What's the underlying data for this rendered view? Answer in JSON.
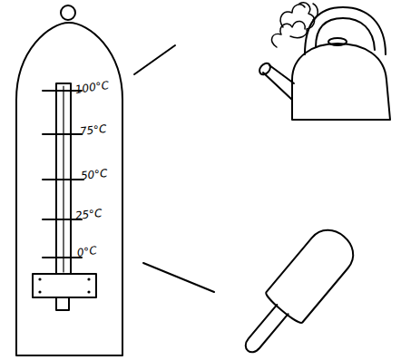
{
  "diagram": {
    "labels": [
      "100°C",
      "75°C",
      "50°C",
      "25°C",
      "0°C"
    ]
  }
}
